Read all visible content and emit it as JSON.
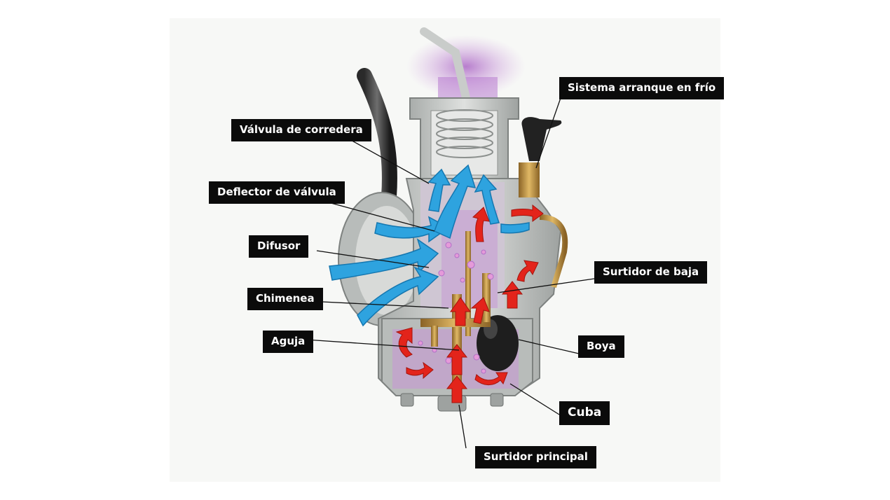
{
  "labels": {
    "sistema_arranque": "Sistema arranque en frío",
    "valvula_corredera": "Válvula de corredera",
    "deflector_valvula": "Deflector de válvula",
    "difusor": "Difusor",
    "chimenea": "Chimenea",
    "aguja": "Aguja",
    "surtidor_baja": "Surtidor de baja",
    "boya": "Boya",
    "cuba": "Cuba",
    "surtidor_principal": "Surtidor principal"
  },
  "colors": {
    "label_bg": "#0b0b0b",
    "label_text": "#ffffff",
    "body_metal": "#c9ccca",
    "air_flow": "#2ea3df",
    "fuel_flow": "#e3241b",
    "mixture_mist": "#b070c8",
    "brass": "#c59a4a",
    "float": "#1e1e1e"
  },
  "icons": {
    "air_arrow": "air-flow-arrow",
    "fuel_arrow": "fuel-flow-arrow"
  }
}
